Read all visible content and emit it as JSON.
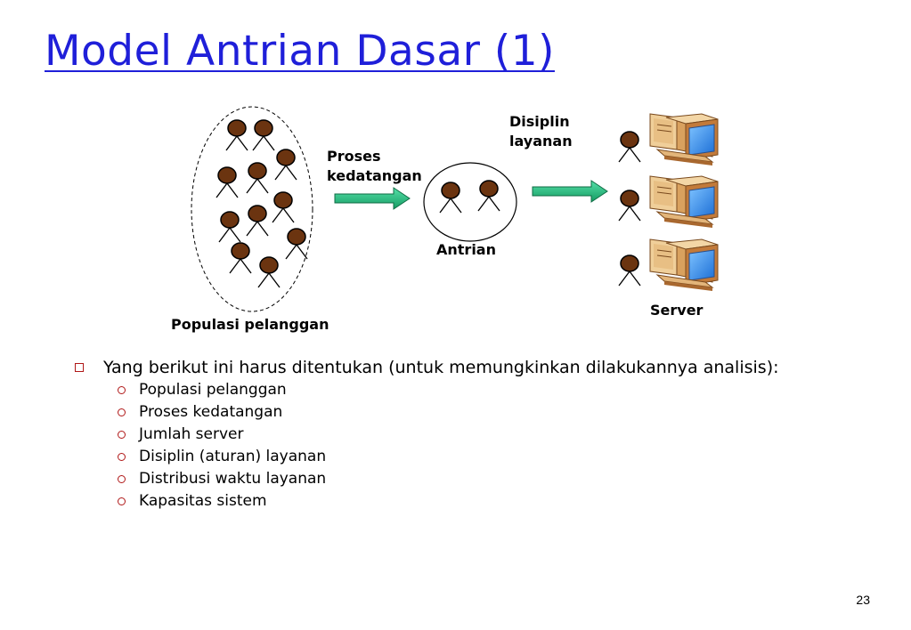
{
  "slide": {
    "title": "Model Antrian Dasar (1)",
    "page_number": "23"
  },
  "diagram": {
    "population_label": "Populasi pelanggan",
    "arrival_label": "Proses\nkedatangan",
    "queue_label": "Antrian",
    "discipline_label": "Disiplin\nlayanan",
    "server_label": "Server",
    "icons": [
      "person-icon",
      "computer-icon",
      "arrow-icon"
    ],
    "colors": {
      "title": "#1f1fd9",
      "person_head": "#6b3410",
      "arrow": "#1fb87a",
      "monitor_frame": "#c27a3a",
      "monitor_screen": "#3a8ee8",
      "bullet": "#b01818"
    }
  },
  "content": {
    "main_bullet": "Yang berikut ini harus ditentukan (untuk memungkinkan dilakukannya analisis):",
    "sub_bullets": [
      "Populasi pelanggan",
      "Proses kedatangan",
      "Jumlah server",
      "Disiplin (aturan) layanan",
      "Distribusi waktu layanan",
      "Kapasitas sistem"
    ]
  }
}
